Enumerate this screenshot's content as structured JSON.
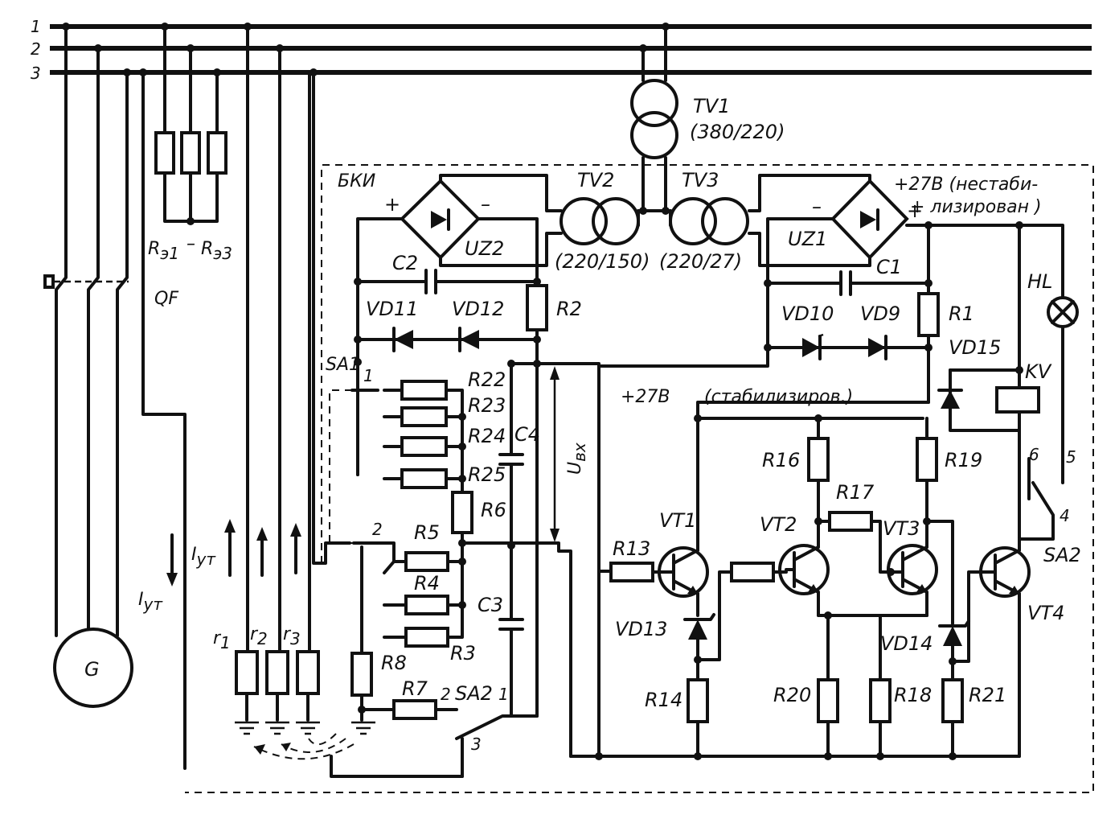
{
  "bus_numbers": [
    "1",
    "2",
    "3"
  ],
  "generator": "G",
  "breaker": "QF",
  "earthing_resistors": {
    "r1": "R",
    "r1_sub": "э1",
    "dash": "–",
    "r3": "R",
    "r3_sub": "э3"
  },
  "transformers": {
    "tv1": "TV1",
    "tv1_ratio": "(380/220)",
    "tv2": "TV2",
    "tv2_ratio": "(220/150)",
    "tv3": "TV3",
    "tv3_ratio": "(220/27)"
  },
  "block_label": "БКИ",
  "supply": {
    "unstab_1": "+27В (нестаби-",
    "unstab_2": "+ лизирован )",
    "stab_a": "+27В",
    "stab_b": "(стабилизиров.)"
  },
  "polarity": {
    "plus": "+",
    "minus": "–"
  },
  "bridges": {
    "uz2": "UZ2",
    "uz1": "UZ1"
  },
  "capacitors": {
    "c1": "C1",
    "c2": "C2",
    "c3": "C3",
    "c4": "C4"
  },
  "diodes": {
    "vd9": "VD9",
    "vd10": "VD10",
    "vd11": "VD11",
    "vd12": "VD12",
    "vd13": "VD13",
    "vd14": "VD14",
    "vd15": "VD15"
  },
  "resistors": {
    "r1": "R1",
    "r2": "R2",
    "r3": "R3",
    "r4": "R4",
    "r5": "R5",
    "r6": "R6",
    "r7": "R7",
    "r8": "R8",
    "r13": "R13",
    "r14": "R14",
    "r16": "R16",
    "r17": "R17",
    "r18": "R18",
    "r19": "R19",
    "r20": "R20",
    "r21": "R21",
    "r22": "R22",
    "r23": "R23",
    "r24": "R24",
    "r25": "R25"
  },
  "transistors": {
    "vt1": "VT1",
    "vt2": "VT2",
    "vt3": "VT3",
    "vt4": "VT4"
  },
  "switches": {
    "sa1": "SA1",
    "sa2_left": "SA2",
    "sa2_right": "SA2"
  },
  "switch_pins": {
    "sa1_1": "1",
    "sa1_2": "2",
    "sa2_1": "1",
    "sa2_2": "2",
    "sa2_3": "3",
    "kv_4": "4",
    "kv_5": "5",
    "kv_6": "6"
  },
  "relay": "KV",
  "lamp": "HL",
  "input_voltage": {
    "u": "U",
    "sub": "вх"
  },
  "leakage_current": {
    "i": "I",
    "sub": "ут"
  },
  "phase_resistances": {
    "r1": "r",
    "r1_sub": "1",
    "r2": "r",
    "r2_sub": "2",
    "r3": "r",
    "r3_sub": "3"
  }
}
